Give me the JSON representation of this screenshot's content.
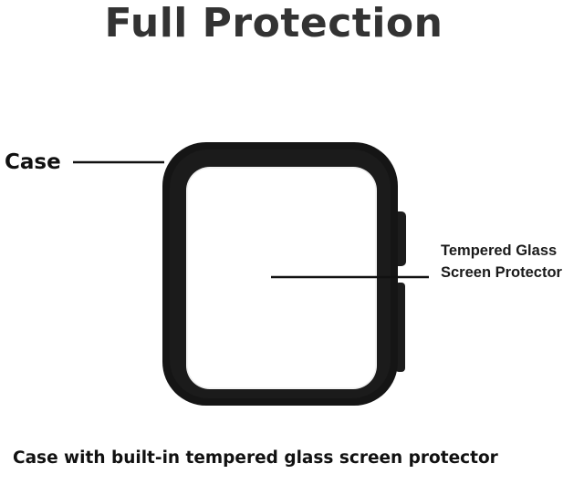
{
  "title": "Full Protection",
  "labels": {
    "case": "Case",
    "glass_line1": "Tempered Glass",
    "glass_line2": "Screen Protector"
  },
  "caption": "Case with built-in tempered glass screen protector",
  "colors": {
    "title_text": "#333333",
    "case_frame": "#151515",
    "screen_glass": "#ffffff"
  }
}
